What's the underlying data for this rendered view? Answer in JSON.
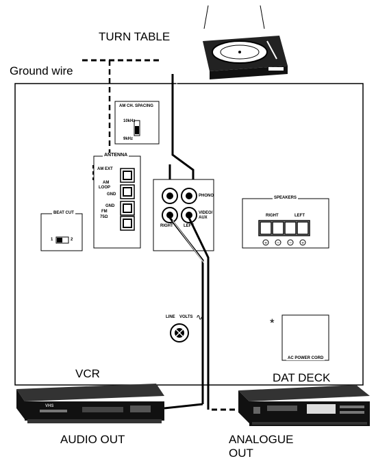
{
  "labels": {
    "turntable": "TURN TABLE",
    "ground_wire": "Ground wire",
    "vcr": "VCR",
    "dat_deck": "DAT DECK",
    "audio_out": "AUDIO OUT",
    "analogue_out_line1": "ANALOGUE",
    "analogue_out_line2": "OUT"
  },
  "panel": {
    "am_spacing": {
      "title": "AM CH. SPACING",
      "top": "10kHz",
      "bottom": "9kHz"
    },
    "antenna": {
      "title": "ANTENNA",
      "am_ext": "AM EXT",
      "am_loop_1": "AM",
      "am_loop_2": "LOOP",
      "gnd_1": "GND",
      "gnd_2": "GND",
      "fm_1": "FM",
      "fm_2": "75Ω"
    },
    "beat_cut": {
      "title": "BEAT CUT",
      "pos1": "1",
      "pos2": "2"
    },
    "jacks": {
      "phono": "PHONO",
      "video_aux_1": "VIDEO/",
      "video_aux_2": "AUX",
      "right": "RIGHT",
      "left": "LEFT"
    },
    "speakers": {
      "title": "SPEAKERS",
      "right": "RIGHT",
      "left": "LEFT"
    },
    "line_volts": "LINE",
    "line_volts_2": "VOLTS",
    "ac_power_cord": "AC POWER CORD",
    "asterisk": "*",
    "vhs_logo": "VHS"
  }
}
